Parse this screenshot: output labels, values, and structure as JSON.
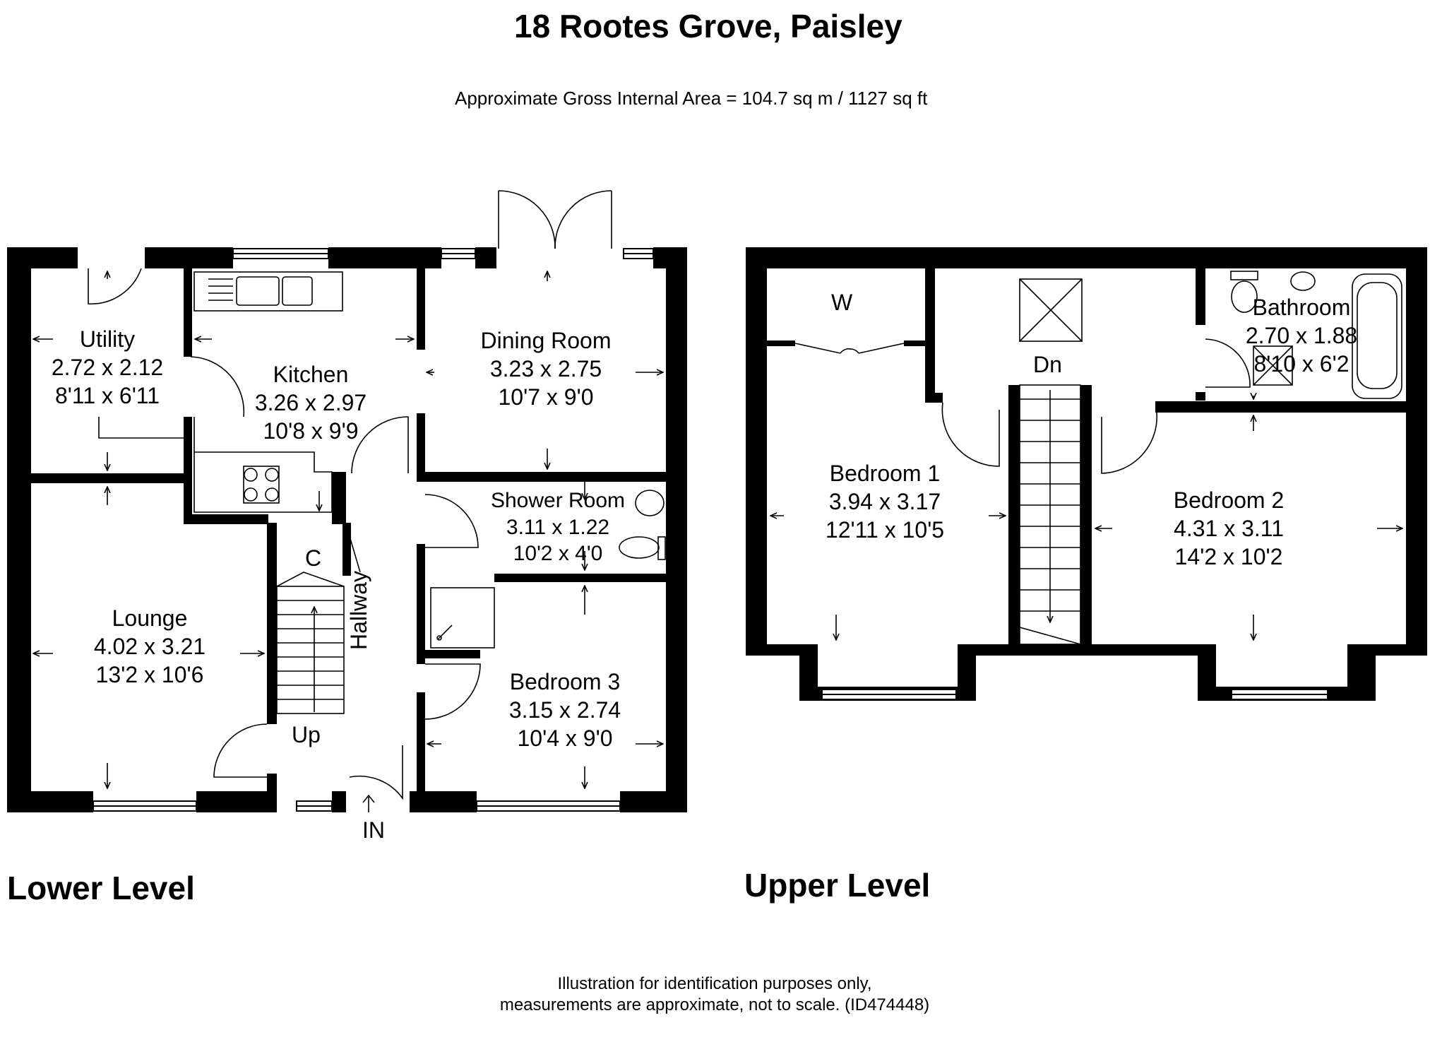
{
  "title": "18 Rootes Grove, Paisley",
  "area": "Approximate Gross Internal Area = 104.7 sq m / 1127 sq ft",
  "levels": {
    "lower": "Lower Level",
    "upper": "Upper Level"
  },
  "rooms": {
    "utility": {
      "name": "Utility",
      "metric": "2.72 x 2.12",
      "imperial": "8'11 x 6'11"
    },
    "kitchen": {
      "name": "Kitchen",
      "metric": "3.26 x 2.97",
      "imperial": "10'8 x 9'9"
    },
    "dining": {
      "name": "Dining Room",
      "metric": "3.23 x 2.75",
      "imperial": "10'7 x 9'0"
    },
    "shower": {
      "name": "Shower Room",
      "metric": "3.11 x 1.22",
      "imperial": "10'2 x 4'0"
    },
    "lounge": {
      "name": "Lounge",
      "metric": "4.02 x 3.21",
      "imperial": "13'2 x 10'6"
    },
    "bedroom3": {
      "name": "Bedroom 3",
      "metric": "3.15 x 2.74",
      "imperial": "10'4 x 9'0"
    },
    "bedroom1": {
      "name": "Bedroom 1",
      "metric": "3.94 x 3.17",
      "imperial": "12'11 x 10'5"
    },
    "bedroom2": {
      "name": "Bedroom 2",
      "metric": "4.31 x 3.11",
      "imperial": "14'2 x 10'2"
    },
    "bathroom": {
      "name": "Bathroom",
      "metric": "2.70 x 1.88",
      "imperial": "8'10 x 6'2"
    }
  },
  "labels": {
    "cupboard": "C",
    "up": "Up",
    "hallway": "Hallway",
    "entrance": "IN",
    "wardrobe": "W",
    "down": "Dn"
  },
  "footer": {
    "line1": "Illustration for identification purposes only,",
    "line2": "measurements are approximate, not to scale. (ID474448)"
  },
  "colors": {
    "wall": "#000000",
    "background": "#ffffff",
    "line": "#000000"
  }
}
